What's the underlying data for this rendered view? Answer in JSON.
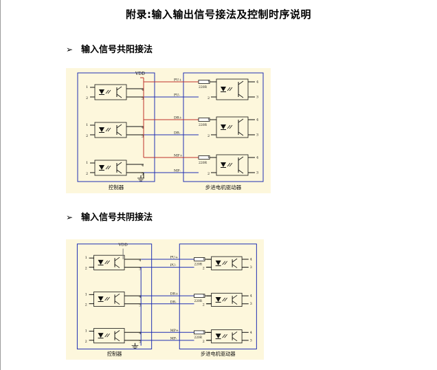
{
  "document": {
    "title": "附录:输入输出信号接法及控制时序说明"
  },
  "sections": [
    {
      "bullet": "➢",
      "heading": "输入信号共阳接法",
      "diagram": {
        "power_label": "VDD",
        "controller_label": "控制器",
        "driver_label": "步进电机驱动器",
        "resistor_label": "220R",
        "signals": [
          {
            "pos": "PU+",
            "neg": "PU-"
          },
          {
            "pos": "DR+",
            "neg": "DR-"
          },
          {
            "pos": "MF+",
            "neg": "MF-"
          }
        ],
        "pin_labels": {
          "in1": "1",
          "in2": "2",
          "out4": "4",
          "out3": "3"
        }
      }
    },
    {
      "bullet": "➢",
      "heading": "输入信号共阴接法",
      "diagram": {
        "power_label": "VDD",
        "controller_label": "控制器",
        "driver_label": "步进电机驱动器",
        "resistor_label": "220R",
        "signals": [
          {
            "pos": "PU+",
            "neg": "PU-"
          },
          {
            "pos": "DR+",
            "neg": "DR-"
          },
          {
            "pos": "MP+",
            "neg": "MP-"
          }
        ],
        "pin_labels": {
          "in1": "1",
          "in2": "2",
          "out4": "4",
          "out3": "3"
        }
      }
    }
  ]
}
